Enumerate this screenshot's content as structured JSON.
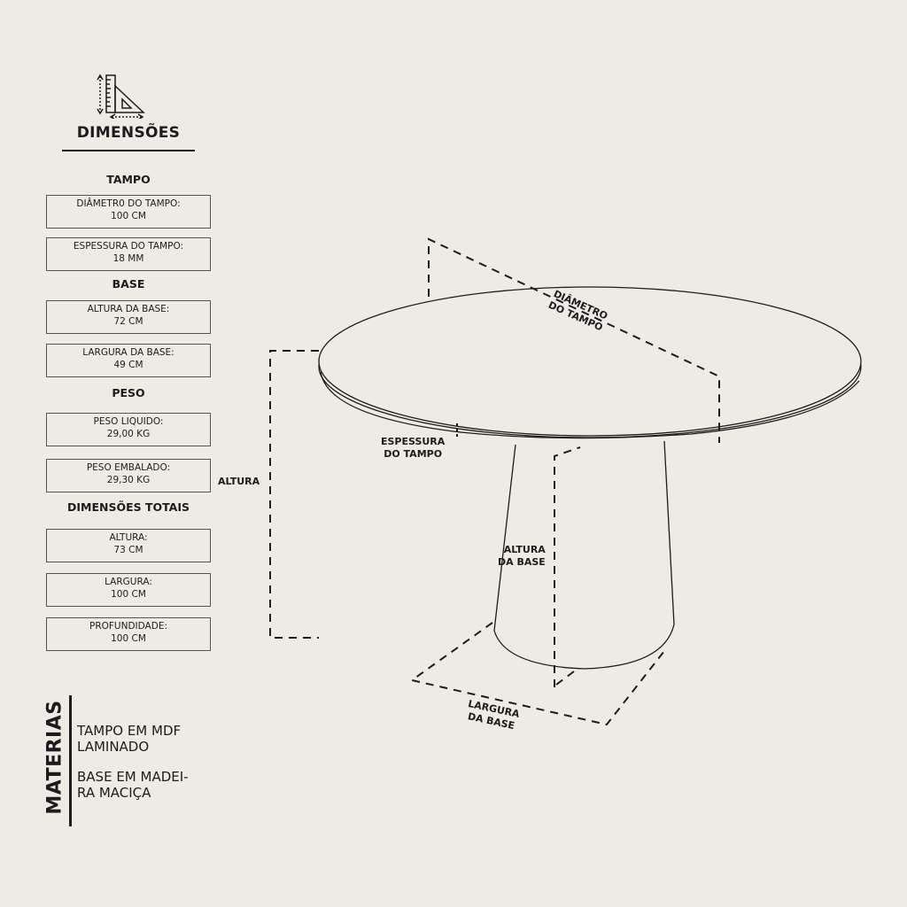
{
  "header": {
    "title": "DIMENSÕES",
    "icon": "ruler-triangle-icon"
  },
  "sections": [
    {
      "heading": "TAMPO",
      "items": [
        {
          "label": "DIÂMETR0 DO TAMPO:",
          "value": "100 CM"
        },
        {
          "label": "ESPESSURA DO TAMPO:",
          "value": "18 MM"
        }
      ]
    },
    {
      "heading": "BASE",
      "items": [
        {
          "label": "ALTURA DA BASE:",
          "value": "72 CM"
        },
        {
          "label": "LARGURA DA BASE:",
          "value": "49 CM"
        }
      ]
    },
    {
      "heading": "PESO",
      "items": [
        {
          "label": "PESO LIQUIDO:",
          "value": "29,00 KG"
        },
        {
          "label": "PESO EMBALADO:",
          "value": "29,30 KG"
        }
      ]
    },
    {
      "heading": "DIMENSÕES TOTAIS",
      "items": [
        {
          "label": "ALTURA:",
          "value": "73 CM"
        },
        {
          "label": "LARGURA:",
          "value": "100 CM"
        },
        {
          "label": "PROFUNDIDADE:",
          "value": "100 CM"
        }
      ]
    }
  ],
  "materials": {
    "title": "MATERIAS",
    "items": [
      "TAMPO EM MDF LAMINADO",
      "BASE EM MADEI-RA MACIÇA"
    ]
  },
  "diagram": {
    "diametro": [
      "DIÂMETRO",
      "DO TAMPO"
    ],
    "espessura": [
      "ESPESSURA",
      "DO TAMPO"
    ],
    "altura": "ALTURA",
    "altura_base": [
      "ALTURA",
      "DA BASE"
    ],
    "largura_base": [
      "LARGURA",
      "DA BASE"
    ]
  }
}
